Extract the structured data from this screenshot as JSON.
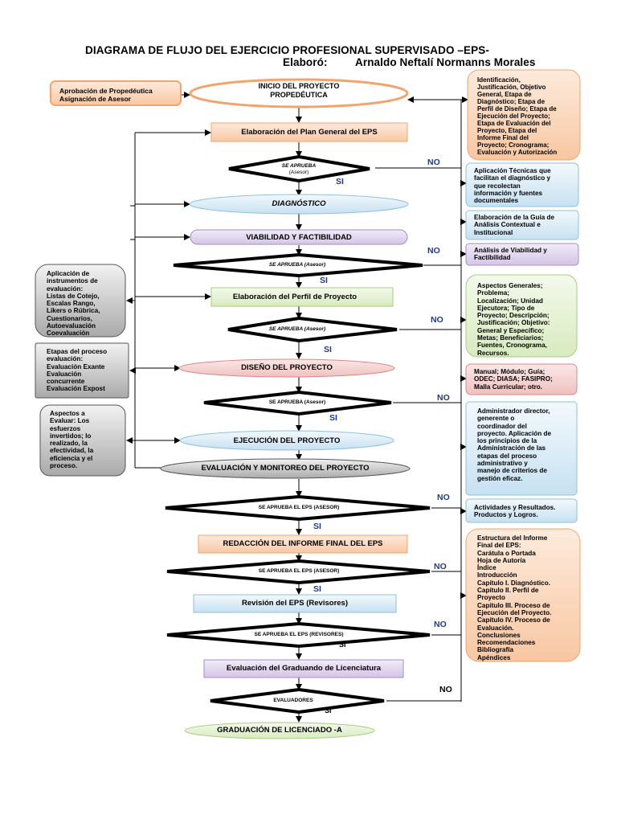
{
  "title": {
    "line1": "DIAGRAMA DE FLUJO DEL EJERCICIO PROFESIONAL SUPERVISADO –EPS-",
    "author_label": "Elaboró:",
    "author_name": "Arnaldo Neftalí Normanns Morales"
  },
  "nodes": {
    "approval": [
      "Aprobación de Propedéutica",
      "Asignación de Asesor"
    ],
    "start": [
      "INICIO DEL PROYECTO",
      "PROPEDÉUTICA"
    ],
    "plan": "Elaboración del Plan General del EPS",
    "d1": [
      "SE APRUEBA",
      "(Asesor)"
    ],
    "diag": "DIAGNÓSTICO",
    "viab": "VIABILIDAD Y FACTIBILIDAD",
    "d2": "SE APRUEBA (Asesor)",
    "perfil": "Elaboración del Perfil de Proyecto",
    "d3": "SE APRUEBA (Asesor)",
    "diseno": "DISEÑO DEL PROYECTO",
    "d4": "SE APRUEBA (Asesor)",
    "ejec": "EJECUCIÓN DEL PROYECTO",
    "eval": "EVALUACIÓN Y MONITOREO DEL PROYECTO",
    "d5": "SE APRUEBA EL EPS (ASESOR)",
    "redac": "REDACCIÓN DEL INFORME FINAL DEL EPS",
    "d6": "SE APRUEBA EL EPS (ASESOR)",
    "revis": "Revisión del EPS (Revisores)",
    "d7": "SE APRUEBA EL EPS (REVISORES)",
    "graduando": "Evaluación del Graduando de Licenciatura",
    "d8": "EVALUADORES",
    "grad": "GRADUACIÓN DE LICENCIADO -A"
  },
  "labels": {
    "yes": "SI",
    "no": "NO"
  },
  "right_notes": {
    "r1": [
      "Identificación,",
      "Justificación, Objetivo",
      "General, Etapa de",
      "Diagnóstico; Etapa de",
      "Perfil de Diseño; Etapa de",
      "Ejecución del Proyecto;",
      "Etapa de Evaluación del",
      "Proyecto, Etapa del",
      "Informe Final del",
      "Proyecto; Cronograma;",
      "Evaluación y Autorización"
    ],
    "r2": [
      "Aplicación Técnicas que",
      "facilitan el diagnóstico y",
      "que recolectan",
      "información y fuentes",
      "documentales"
    ],
    "r3": [
      "Elaboración de la Guía de",
      "Análisis Contextual e",
      "Institucional"
    ],
    "r4": [
      "Análisis de Viabilidad y",
      "Factibilidad"
    ],
    "r5": [
      "Aspectos Generales;",
      "Problema;",
      "Localización; Unidad",
      "Ejecutora; Tipo de",
      "Proyecto; Descripción;",
      "Justificación; Objetivo:",
      "General y Específico;",
      "Metas; Beneficiarios;",
      "Fuentes, Cronograma,",
      "Recursos."
    ],
    "r6": [
      "Manual; Módulo; Guía;",
      "ODEC; DIASA; FASIPRO;",
      "Malla Curricular; otro."
    ],
    "r7": [
      "Administrador director,",
      "generente o",
      "coordinador del",
      "proyecto. Aplicación de",
      "los principios de la",
      "Administración de las",
      "etapas del proceso",
      "administrativo y",
      "manejo de criterios de",
      "gestión eficaz."
    ],
    "r8": [
      "Actividades y Resultados.",
      "Productos y Logros."
    ],
    "r9": [
      "Estructura del Informe",
      "Final del EPS:",
      "Carátula o Portada",
      "Hoja de Autoría",
      "Índice",
      "Introducción",
      "Capítulo I. Diagnóstico.",
      "Capítulo II. Perfil de",
      "Proyecto",
      "Capítulo III. Proceso de",
      "Ejecución del Proyecto.",
      "Capítulo IV. Proceso de",
      "Evaluación.",
      "Conclusiones",
      "Recomendaciones",
      "Bibliografía",
      "Apéndices"
    ]
  },
  "left_notes": {
    "l1": [
      "Aplicación de",
      "instrumentos de",
      "evaluación:",
      "Listas de Cotejo,",
      "Escalas Rango,",
      "Likers o Rúbrica,",
      "Cuestionarios,",
      "Autoevaluación",
      "Coevaluación"
    ],
    "l2": [
      "Etapas del proceso",
      "evaluación:",
      "Evaluación Exante",
      "Evaluación",
      "concurrente",
      "Evaluación Expost"
    ],
    "l3": [
      "Aspectos a",
      "Evaluar: Los",
      "esfuerzos",
      "invertidos; lo",
      "realizado, la",
      "efectividad, la",
      "eficiencia y el",
      "proceso."
    ]
  },
  "colors": {
    "orange_fill": "#fbd9bf",
    "orange_stroke": "#f2a46e",
    "blue_fill": "#dcecf6",
    "blue_stroke": "#8ec1dd",
    "purple_fill": "#e3d9ef",
    "purple_stroke": "#a58dc8",
    "green_fill": "#e8f2d7",
    "green_stroke": "#a9cd7f",
    "red_fill": "#f6d6d5",
    "red_stroke": "#d98a88",
    "gray_fill": "#c9c9c9",
    "gray_stroke": "#555555",
    "label_blue": "#1f3a8a"
  }
}
